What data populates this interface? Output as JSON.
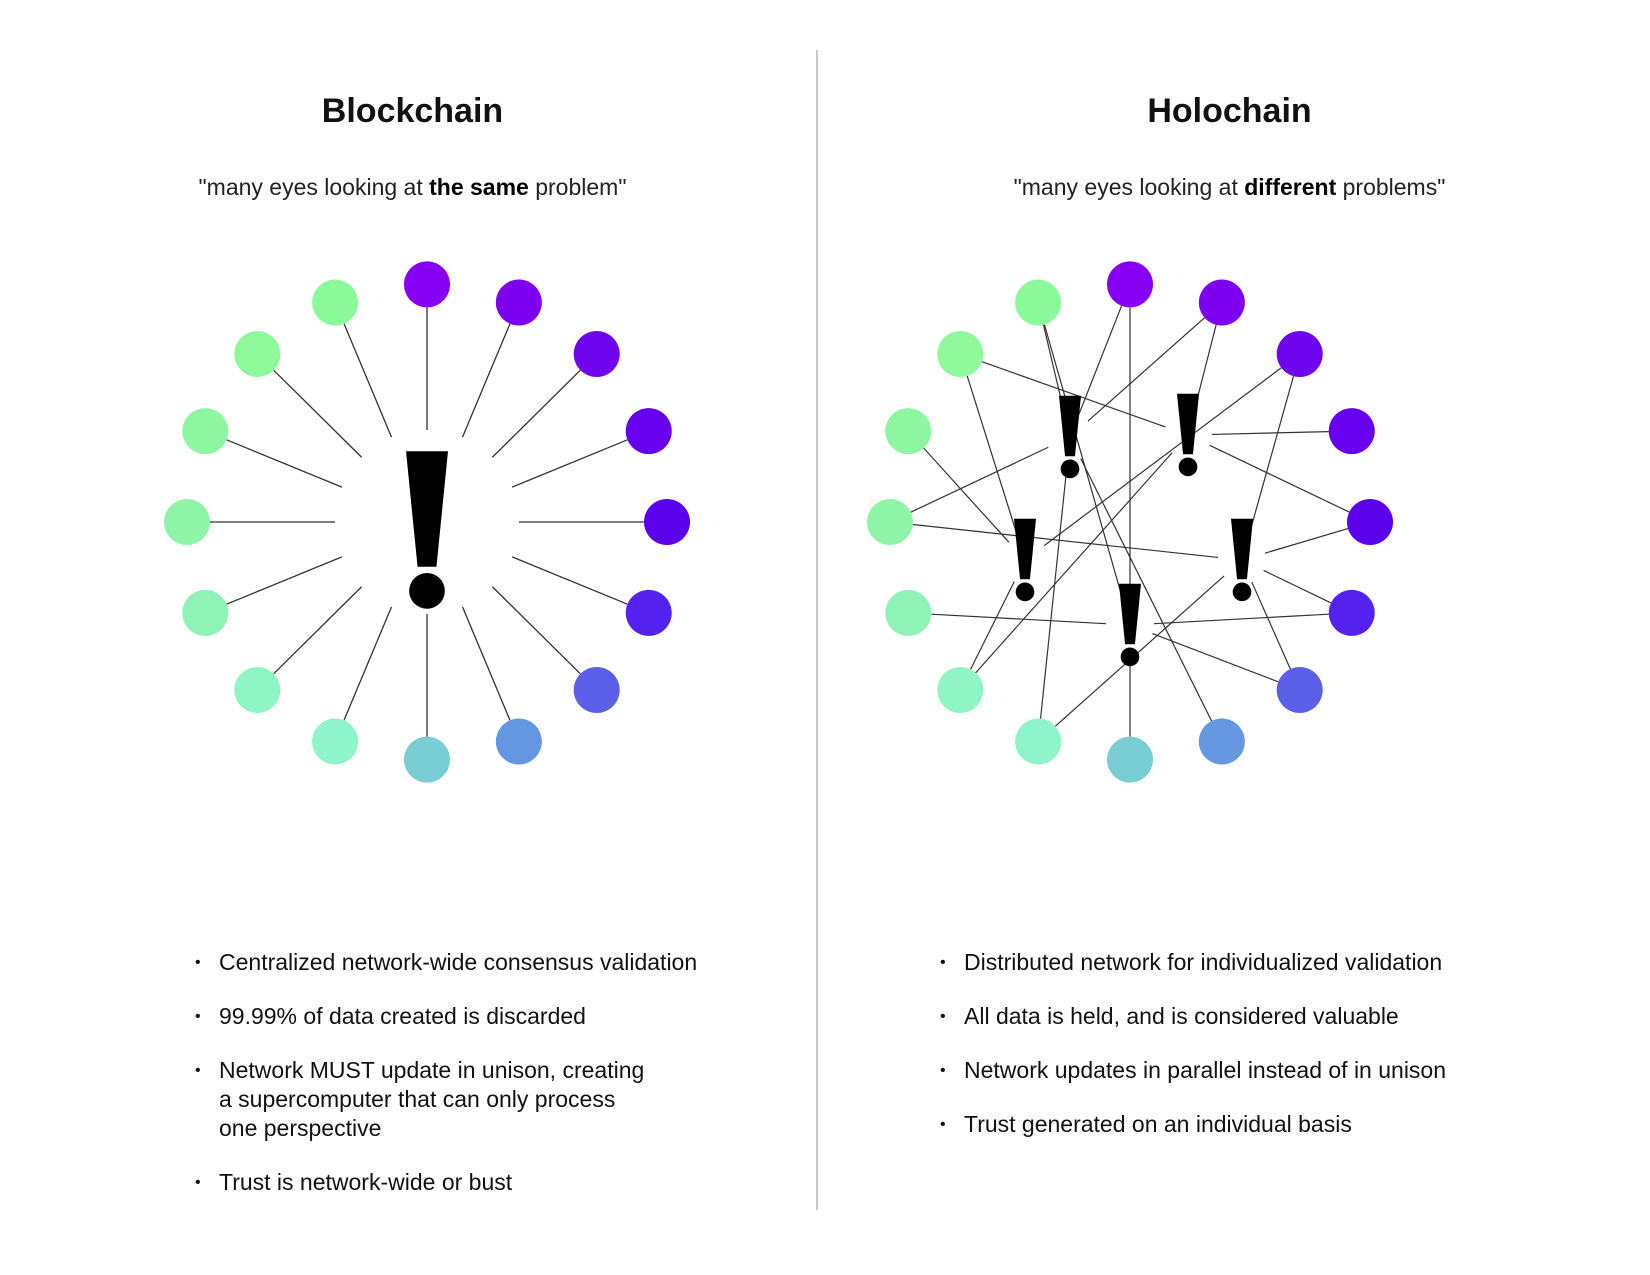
{
  "blockchain": {
    "title": "Blockchain",
    "subtitle_pre": "\"many eyes looking at ",
    "subtitle_bold": "the same",
    "subtitle_post": " problem\"",
    "bullets": [
      "Centralized network-wide consensus validation",
      "99.99% of data created is discarded",
      "Network MUST update in unison, creating a supercomputer that can only process one perspective",
      "Trust is network-wide or bust"
    ]
  },
  "holochain": {
    "title": "Holochain",
    "subtitle_pre": "\"many eyes looking at ",
    "subtitle_bold": "different",
    "subtitle_post": " problems\"",
    "bullets": [
      "Distributed network for individualized validation",
      "All data is held, and is considered valuable",
      "Network updates in parallel instead of in unison",
      "Trust generated on an individual basis"
    ]
  },
  "node_colors": [
    "#8800f4",
    "#7f00f0",
    "#6f04ef",
    "#6600ee",
    "#5a00ea",
    "#5521ee",
    "#5b5fe8",
    "#6496e2",
    "#79ced6",
    "#8ef4cb",
    "#8ff5c5",
    "#8ff3b5",
    "#8ef5a6",
    "#8ef6a0",
    "#8ef89b",
    "#8bf99a"
  ],
  "problem_icon": "exclamation-icon"
}
